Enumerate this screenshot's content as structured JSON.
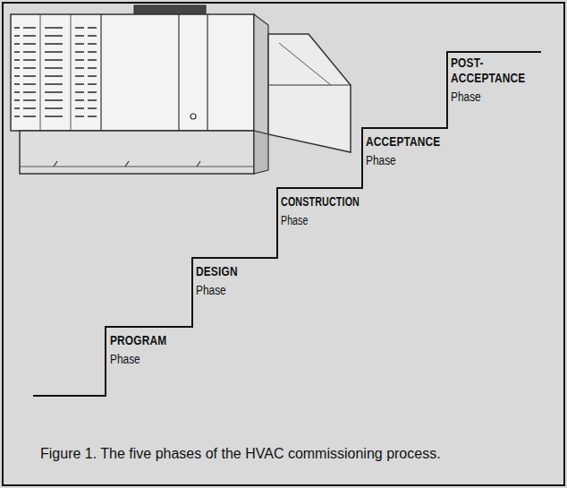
{
  "diagram": {
    "caption": "Figure 1. The five phases of the HVAC commissioning process.",
    "nodes": [
      {
        "text": [
          "PROGRAM",
          "Phase"
        ]
      },
      {
        "text": [
          "DESIGN",
          "Phase"
        ]
      },
      {
        "text": [
          "CONSTRUCTION",
          "Phase"
        ]
      },
      {
        "text": [
          "ACCEPTANCE",
          "Phase"
        ]
      },
      {
        "text": [
          "POST- ACCEPTANCE",
          "Phase"
        ]
      }
    ]
  }
}
